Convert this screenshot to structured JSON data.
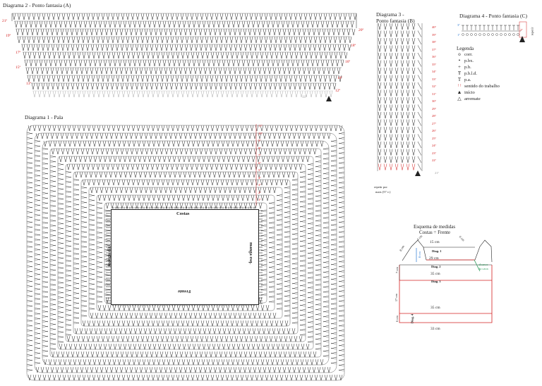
{
  "diagram2": {
    "title": "Diagrama 2 - Ponto fantasia (A)",
    "rows_left": [
      "21ª",
      "19ª",
      "17ª",
      "15ª",
      "13ª"
    ],
    "rows_right": [
      "20ª",
      "18ª",
      "16ª",
      "14ª",
      "12ª"
    ],
    "start_label": "11ª"
  },
  "diagram1": {
    "title": "Diagrama 1 - Pala",
    "rows_right": [
      "11ª",
      "10ª",
      "9ª",
      "8ª",
      "7ª",
      "6ª",
      "5ª",
      "4ª",
      "3ª",
      "2ª",
      "1ª"
    ],
    "label_top": "Costas",
    "label_bottom": "Frente",
    "label_left": "manga dir.",
    "label_right": "manga esq."
  },
  "diagram3": {
    "title_line1": "Diagrama 3 -",
    "title_line2": "Ponto fantasia (B)",
    "rows": [
      "40ª",
      "39ª",
      "38ª",
      "37ª",
      "36ª",
      "35ª",
      "34ª",
      "33ª",
      "32ª",
      "31ª",
      "30ª",
      "29ª",
      "28ª",
      "27ª",
      "26ª",
      "25ª",
      "24ª",
      "23ª",
      "22ª"
    ],
    "repeat_line1": "repetir por",
    "repeat_line2": "mais (57 v.)",
    "start_label": "21ª"
  },
  "diagram4": {
    "title": "Diagrama 4 - Ponto fantasia (C)",
    "rows": [
      "3ª",
      "2ª",
      "1ª"
    ],
    "side_label": "repetir"
  },
  "legend": {
    "title": "Legenda",
    "items": [
      {
        "symbol": "o",
        "label": "corr."
      },
      {
        "symbol": "•",
        "label": "p.bx."
      },
      {
        "symbol": "+",
        "label": "p.b."
      },
      {
        "symbol": "Ŧ",
        "label": "p.b.l.d."
      },
      {
        "symbol": "T",
        "label": "p.a."
      },
      {
        "symbol": "↑↑",
        "label": "sentido do trabalho"
      },
      {
        "symbol": "▲",
        "label": "início"
      },
      {
        "symbol": "△",
        "label": "arremate"
      }
    ]
  },
  "schema": {
    "title_line1": "Esquema de medidas",
    "title_line2": "Costas = Frente",
    "m_15": "15 cm",
    "m_29": "29 cm",
    "m_35a": "35 cm",
    "m_35b": "35 cm",
    "m_33": "33 cm",
    "m_8a": "8 cm",
    "m_4": "4 cm",
    "m_6": "6 cm",
    "m_8b": "8 cm",
    "m_7": "7 cm",
    "m_17": "17 cm",
    "m_6b": "6 cm",
    "diag1": "Diag. 1",
    "diag2": "Diag. 2",
    "diag3": "Diag. 3",
    "diag4": "Diag. 4",
    "side_label": "da cava",
    "side_label2": "alcance"
  },
  "colors": {
    "ink": "#222222",
    "red": "#d42020",
    "blue": "#2a7ad4",
    "green": "#2a9a5a"
  }
}
